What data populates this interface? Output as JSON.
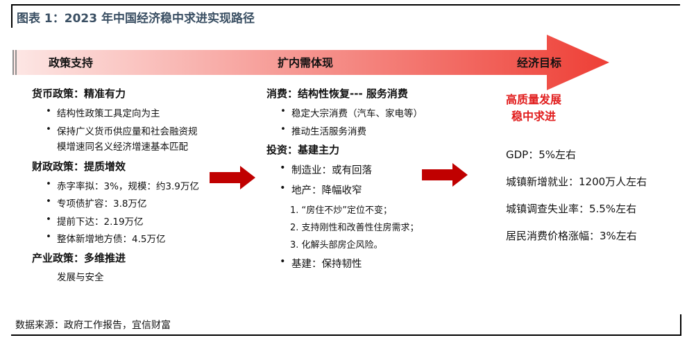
{
  "title": "图表 1：2023 年中国经济稳中求进实现路径",
  "banner": {
    "labels": [
      "政策支持",
      "扩内需体现",
      "经济目标"
    ],
    "colors": {
      "start": "#fde7e5",
      "end": "#ee3f36"
    }
  },
  "policy": {
    "monetary": {
      "heading": "货币政策：精准有力",
      "b1": "结构性政策工具定向为主",
      "b2": "保持广义货币供应量和社会融资规",
      "b2_cont": "模增速同名义经济增速基本匹配"
    },
    "fiscal": {
      "heading": "财政政策：提质增效",
      "items": [
        "赤字率拟：3%，规模：约3.9万亿",
        "专项债扩容：3.8万亿",
        "提前下达：2.19万亿",
        "整体新增地方债：4.5万亿"
      ]
    },
    "industry": {
      "heading": "产业政策：多维推进",
      "text": "发展与安全"
    }
  },
  "demand": {
    "consumption": {
      "heading": "消费：结构性恢复--- 服务消费",
      "items": [
        "稳定大宗消费（汽车、家电等）",
        "推动生活服务消费"
      ]
    },
    "investment": {
      "heading": "投资：基建主力",
      "manufacturing": "制造业：或有回落",
      "realestate": "地产：降幅收窄",
      "sub": [
        "1. “房住不炒”定位不变；",
        "2. 支持刚性和改善性住房需求；",
        "3. 化解头部房企风险。"
      ],
      "infra": "基建：保持韧性"
    }
  },
  "goals": {
    "line1": "高质量发展",
    "line2": "稳中求进",
    "metrics": [
      "GDP：5%左右",
      "城镇新增就业：1200万人左右",
      "城镇调查失业率：5.5%左右",
      "居民消费价格涨幅：3%左右"
    ]
  },
  "arrow_color": "#c00000",
  "source": "数据来源：政府工作报告，宜信财富"
}
